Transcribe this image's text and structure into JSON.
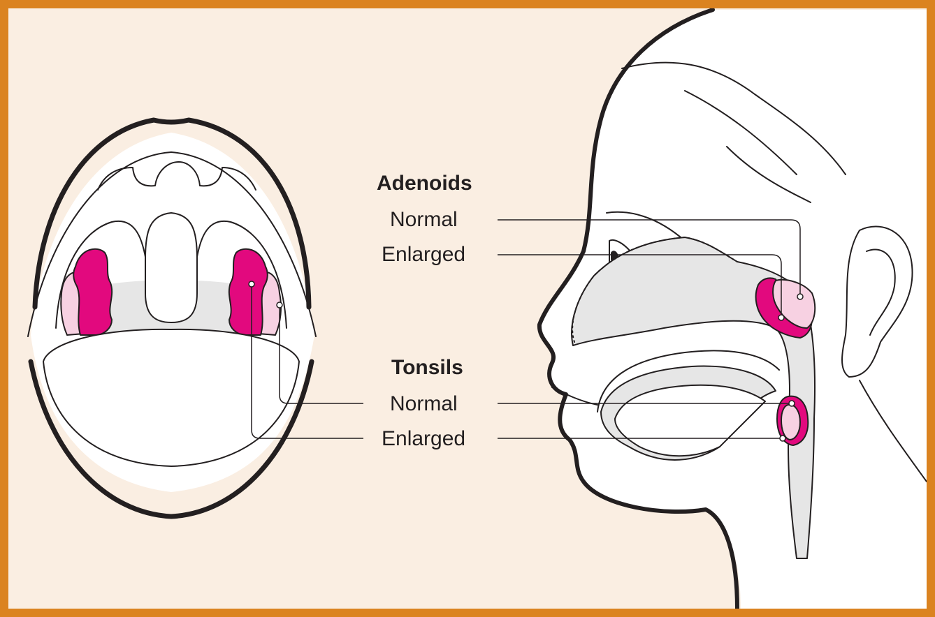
{
  "colors": {
    "frame": "#db8320",
    "background": "#faeee2",
    "enlarged_tissue": "#e2097e",
    "normal_tissue": "#f7d1e2",
    "airway": "#e6e6e6",
    "outline": "#231f20"
  },
  "adenoids": {
    "heading": "Adenoids",
    "normal_label": "Normal",
    "enlarged_label": "Enlarged"
  },
  "tonsils": {
    "heading": "Tonsils",
    "normal_label": "Normal",
    "enlarged_label": "Enlarged"
  }
}
